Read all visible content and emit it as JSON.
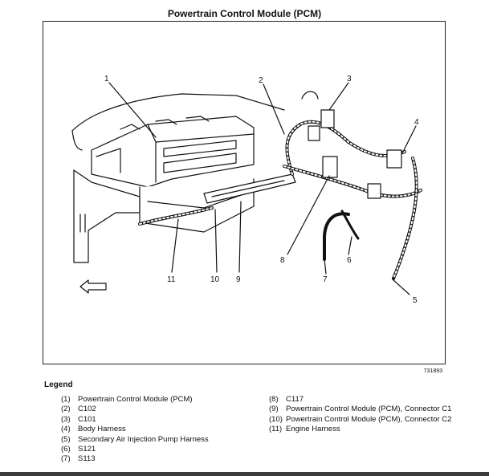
{
  "title": "Powertrain Control Module (PCM)",
  "figure_number": "731893",
  "callouts": [
    "1",
    "2",
    "3",
    "4",
    "5",
    "6",
    "7",
    "8",
    "9",
    "10",
    "11"
  ],
  "legend": {
    "heading": "Legend",
    "left": [
      {
        "num": "(1)",
        "label": "Powertrain Control Module (PCM)"
      },
      {
        "num": "(2)",
        "label": "C102"
      },
      {
        "num": "(3)",
        "label": "C101"
      },
      {
        "num": "(4)",
        "label": "Body Harness"
      },
      {
        "num": "(5)",
        "label": "Secondary Air Injection Pump Harness"
      },
      {
        "num": "(6)",
        "label": "S121"
      },
      {
        "num": "(7)",
        "label": "S113"
      }
    ],
    "right": [
      {
        "num": "(8)",
        "label": "C117"
      },
      {
        "num": "(9)",
        "label": "Powertrain Control Module (PCM), Connector C1"
      },
      {
        "num": "(10)",
        "label": "Powertrain Control Module (PCM), Connector C2"
      },
      {
        "num": "(11)",
        "label": "Engine Harness"
      }
    ]
  }
}
